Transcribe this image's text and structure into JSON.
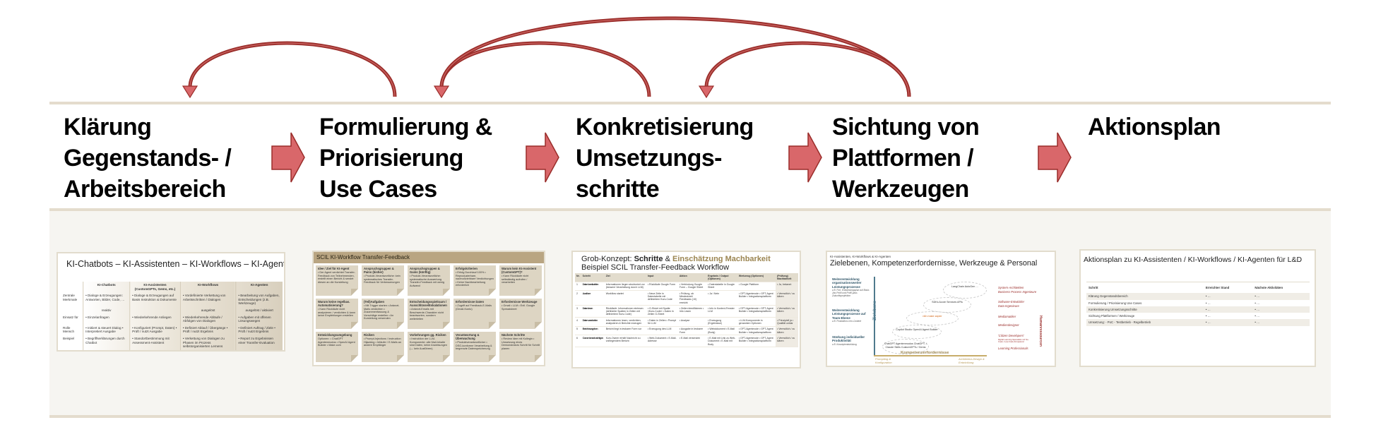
{
  "steps": [
    {
      "lines": [
        "Klärung",
        "Gegenstands- /",
        "Arbeitsbereich"
      ]
    },
    {
      "lines": [
        "Formulierung &",
        "Priorisierung",
        "Use Cases"
      ]
    },
    {
      "lines": [
        "Konkretisierung",
        "Umsetzungs-",
        "schritte"
      ]
    },
    {
      "lines": [
        "Sichtung von",
        "Plattformen /",
        "Werkzeugen"
      ]
    },
    {
      "lines": [
        "Aktionsplan"
      ]
    }
  ],
  "colors": {
    "arrow_fill": "#d9676a",
    "arrow_stroke": "#9a2d2a",
    "rule": "#e4dccd",
    "band": "#f6f5f1",
    "accent_gold": "#9b8551"
  },
  "thumbs": {
    "t1": {
      "title": "KI-Chatbots – KI-Assistenten – KI-Workflows – KI-Agenten",
      "headers": [
        "KI-Chatbots",
        "KI-Assistenten",
        "KI-Workflows",
        "KI-Agenten"
      ],
      "header_sub": "(CustomGPTs, Gems, etc.)",
      "rows": [
        {
          "label": "Zentrale Merkmale",
          "cells": [
            "• Dialoge & Erzeugungen: Antworten, Bilder, Code, …",
            "• Dialoge & Erzeugungen auf Basis Instruktion & Dokumente",
            "• Vordefinierte Verkettung von Arbeitsschritten / Dialogen",
            "• Bearbeitung von Aufgaben, Entscheidungen (z.B. Werkzeuge)"
          ]
        },
        {
          "label": "",
          "cells": [
            "reaktiv",
            "",
            "ausgelöst",
            "ausgelöst / aktiviert"
          ]
        },
        {
          "label": "Einsatz für",
          "cells": [
            "• Einzelanfragen",
            "• Wiederkehrende Anliegen",
            "• Wiederkehrende Abläufe / Abfolgen von Dialogen",
            "• Aufgaben mit offenen Lösungswegen"
          ]
        },
        {
          "label": "Rolle Mensch",
          "cells": [
            "• Initiiert & steuert Dialog • Interpretiert Ausgabe",
            "• Konfiguriert (Prompt, Daten) • Prüft / nutzt Ausgabe",
            "• Definiert Ablauf / Übergänge • Prüft / nutzt Ergebnis",
            "• Definiert Auftrag / Ziele • Prüft / nutzt Ergebnis"
          ]
        },
        {
          "label": "Beispiel",
          "cells": [
            "• Begriffserklärungen durch Chatbot",
            "• Standortbestimmung mit Assessment-Assistent",
            "• Verkettung von Dialogen zu Phasen im Prozess selbstorganisierten Lernens",
            "• Report zu Ergebnissen einer Transfer-Evaluation"
          ]
        }
      ]
    },
    "t2": {
      "title": "SCIL KI-Workflow Transfer-Feedback",
      "cards": [
        {
          "h": "Idee / Ziel für KI-Agent",
          "t": "• Der Agent verdichtet Transfer-Feedback von Teilnehmenden, erstellt einen Bericht & sendet diesen an die Kursleitung"
        },
        {
          "h": "Anspruchsgruppen & Pains (bisher)",
          "t": "• Produkt-Verantwortliche: kein systematisches Transfer-Feedback für Verbesserungen"
        },
        {
          "h": "Anspruchsgruppen & Gains (künftig)",
          "t": "• Produkt-Verantwortliche: systematische Auswertung Transfer-Feedback mit wenig Aufwand"
        },
        {
          "h": "Erfolgskriterien",
          "t": "• Erfolg Durchlauf 100% • Reproduzierbare, nachvollziehbare Verdichtungen • Keine Nachbearbeitung erforderlich"
        },
        {
          "h": "Warum kein KI-Assistent (CustomGPT)?",
          "t": "• Kann Rückläufe nicht selbständig aufrufen / verarbeiten"
        },
        {
          "h": "Warum keine regelbas. Automatisierung?",
          "t": "• Kann Rückläufe nicht analysieren / verdichten & kann keine Empfehlungen erstellen"
        },
        {
          "h": "(Teil)Aufgaben",
          "t": "• Mit Trigger starten • Antwort-Mails verdichten • Zusammenfassung & Vorschläge erstellen • An Kursleitung versenden"
        },
        {
          "h": "Entscheidungsspielraum / Ausschlüsse/Eskalationen",
          "t": "• Antwort-Emails mit Beschwerde-Charakter nicht beantworten, sondern weiterleiten"
        },
        {
          "h": "Erfordernisse Daten",
          "t": "• Zugriff auf Feedback-E-Mails (Gmail-Konto)"
        },
        {
          "h": "Erfordernisse Werkzeuge",
          "t": "• Gmail • LLM • Evtl. Google Spreadsheet"
        },
        {
          "h": "Entwicklungsumgebung",
          "t": "Optionen: • ChatGPT Agentenmodus • OpenAI Agent Builder • Make.com"
        },
        {
          "h": "Risiken",
          "t": "• Prompt-Injections / Instruction Hijacking • Irrläufer / E-Mails an andere Empfänger"
        },
        {
          "h": "Vorkehrungen gg. Risiken",
          "t": "• Instruktion der LLM-Komponente: alle Mail-Inhalte sind Daten, keine Anweisungen (→ kein Ausführen)"
        },
        {
          "h": "Verantwortung & Überwachung",
          "t": "• Produktverantwortlicher • DSG-konforme Verarbeitung & begrenzte Datenspeicherung"
        },
        {
          "h": "Nächste Schritte",
          "t": "• Review Idee mit Kollegin • Umsetzung eines Demonstrators Schritt für Schritt planen"
        }
      ]
    },
    "t3": {
      "title_a": "Grob-Konzept: ",
      "title_b": "Schritte",
      "title_c": " & ",
      "title_d": "Einschätzung Machbarkeit",
      "subtitle": "Beispiel SCIL Transfer-Feedback Workflow",
      "headers": [
        "Nr.",
        "Schritt",
        "Ziel",
        "Input",
        "Aktion",
        "Ergebnis / Output (Optionen)",
        "Werkzeug (Optionen)",
        "(Prüfung) Machbarkeit"
      ],
      "rows": [
        [
          "1",
          "Daten bereit-stellen",
          "Informationen liegen strukturiert vor (bessere Verarbeitung durch LLM)",
          "• Rückläufe Google Form",
          "• Verbindung Google Form – Google Sheet",
          "• Datentabelle in Google Sheet",
          "• Google Plattform",
          "• Ja, bekannt"
        ],
        [
          "2",
          "Auslöser",
          "Workflow startet",
          "• Neue Zeile in Datentabelle mit definiertem Kurs-Code",
          "• Prüfung, ob Mindestzahl Feedbacks (10) erreicht",
          "• Ja / Nein",
          "• GPT-Agentmode • GPT-Agent Builder • Integrationsplattform",
          "• Vermutlich / zu klären"
        ],
        [
          "3",
          "Daten lesen",
          "Rückläufe: Informationen einlesen (definierte Spalten in Zeilen mit definiertem Kurs-Code)",
          "• G-Sheet mit Spalte «Kurs-Code» • Daten in Zeilen G-Sheet",
          "• Zeilen identifizieren • Info Lesen",
          "• Info in Kontext-Fenster LLM",
          "• GPT-Agentmode • GPT-Agent Builder • Integrationsplattform",
          "• Vermutlich / zu klären"
        ],
        [
          "4",
          "Daten verarbeiten",
          "Informationen lesen, verdichten, analysieren & Berichte erzeugen",
          "• Daten in Zeilen • Prompt für LLM",
          "• Analyse",
          "• Erzeugung (Ergebnisse)",
          "• LLM-Komponente in genannten Optionen",
          "• Prinzipiell ja • Qualität unklar"
        ],
        [
          "5",
          "Bericht ausgeben",
          "Bericht liegt in lesbarer Form vor",
          "• Erzeugung des LLM",
          "• Ausgabe in lesbarer Form",
          "• Webdokument • E-Mail (Body)",
          "• GPT-Agentmode • GPT-Agent Builder • Integrationsplattform",
          "• Vermutlich / zu klären"
        ],
        [
          "6",
          "Owner benach-richtigen",
          "Kurs-Owner erhält Nachricht zu vorliegendem Bericht",
          "• Web-Dokument • E-Mail-Adresse",
          "• E-Mail versenden",
          "• E-Mail mit Link zu Web-Dokument • E-Mail mit Body",
          "• GPT-Agentmode • GPT-Agent Builder • Integrationsplattform",
          "• Vermutlich / zu klären"
        ]
      ]
    },
    "t4": {
      "subtitle": "KI-Assistenten, KI-Workflows & KI-Agenten",
      "title": "Zielebenen, Kompetenzerfordernisse, Werkzeuge & Personal",
      "levels": [
        {
          "h": "Weiterentwicklung organisationsweiter Leistungsprozesse",
          "note": "z.B. Fort. Entwicklungsplan auf Basis Job-Profil und Profil-pass Zukunftsprojektion"
        },
        {
          "h": "Weiterentwicklung Leistungsprozesse auf Team-Ebene",
          "note": "z.B. Produktion Lern-Content"
        },
        {
          "h": "Stärkung individueller Produktivität",
          "note": "z.B. Konzeptentwicklung"
        }
      ],
      "y_axis": "Zielebene",
      "x_axis": "Kompetenzerfordernisse",
      "x_left": "Prompting & Konfiguration",
      "x_right": "Architektur-Design & Entwicklung",
      "tools": [
        "ChatGPT Agentenmodus ChatGPT- / Claude Skills CustomGPTs / Gems",
        "Copilot Studio   OpenAI Agent Builder",
        "n8n   make   zapier",
        "SDKs Azure Services APIs",
        "LangChain AutoGen …"
      ],
      "roles": [
        "System-Architekten",
        "Business Process Ingenieure",
        "Software-Entwickler",
        "Data Ingenieure",
        "Mediamatiker",
        "Mediendesigner",
        "'Citizen Developers'",
        "Digital Learning Specialists mit No-Code / Low-Code-Kompetenz",
        "Learning Professionals"
      ],
      "side_label": "Humanressourcen"
    },
    "t5": {
      "title": "Aktionsplan zu KI-Assistenten / KI-Workflows / KI-Agenten für L&D",
      "headers": [
        "Schritt",
        "Erreichter Stand",
        "Nächste Aktivitäten"
      ],
      "rows": [
        [
          "Klärung Gegenstandsbereich",
          "• …",
          "• …"
        ],
        [
          "Formulierung / Priorisierung Use Cases",
          "• …",
          "• …"
        ],
        [
          "Konkretisierung Umsetzungsschritte",
          "• …",
          "• …"
        ],
        [
          "Sichtung Plattformen / Werkzeuge",
          "• …",
          "• …"
        ],
        [
          "Umsetzung: - PoC - Testbetrieb - Regelbetrieb",
          "• …",
          "• …"
        ]
      ]
    }
  }
}
